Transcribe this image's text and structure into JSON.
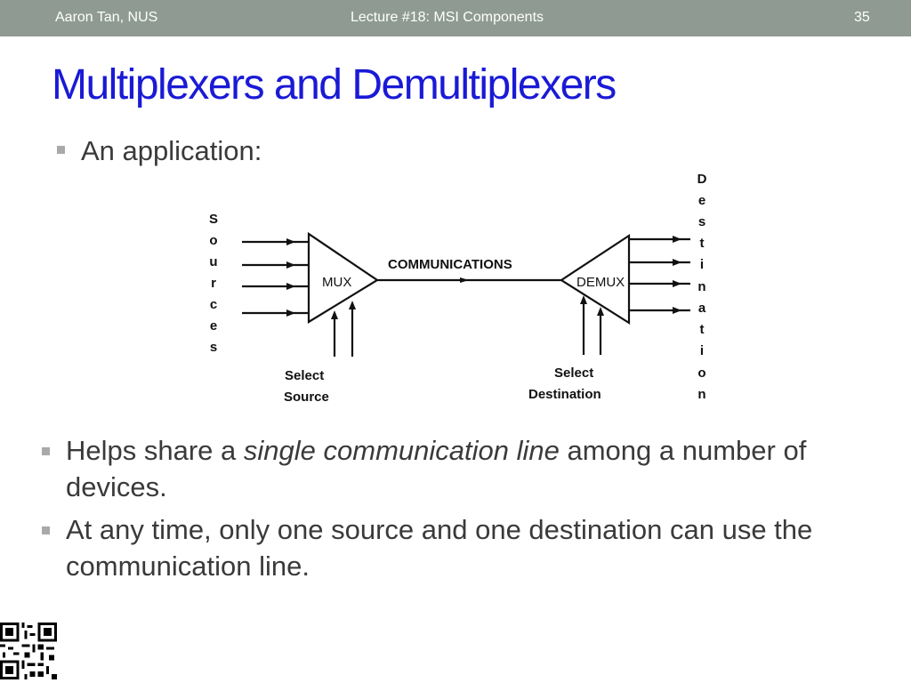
{
  "header": {
    "author": "Aaron Tan, NUS",
    "lecture": "Lecture #18: MSI Components",
    "page": "35"
  },
  "slide": {
    "title": "Multiplexers and Demultiplexers",
    "intro": "An application:",
    "bullet1": {
      "before": "Helps share a ",
      "italic": "single communication line",
      "after": " among a number of devices."
    },
    "bullet2": "At any time, only one source and one destination can use the communication line."
  },
  "diagram": {
    "mux": "MUX",
    "demux": "DEMUX",
    "communications": "COMMUNICATIONS",
    "sources": [
      "S",
      "o",
      "u",
      "r",
      "c",
      "e",
      "s"
    ],
    "destination": [
      "D",
      "e",
      "s",
      "t",
      "i",
      "n",
      "a",
      "t",
      "i",
      "o",
      "n"
    ],
    "select_source": [
      "Select",
      "Source"
    ],
    "select_destination": [
      "Select",
      "Destination"
    ]
  }
}
